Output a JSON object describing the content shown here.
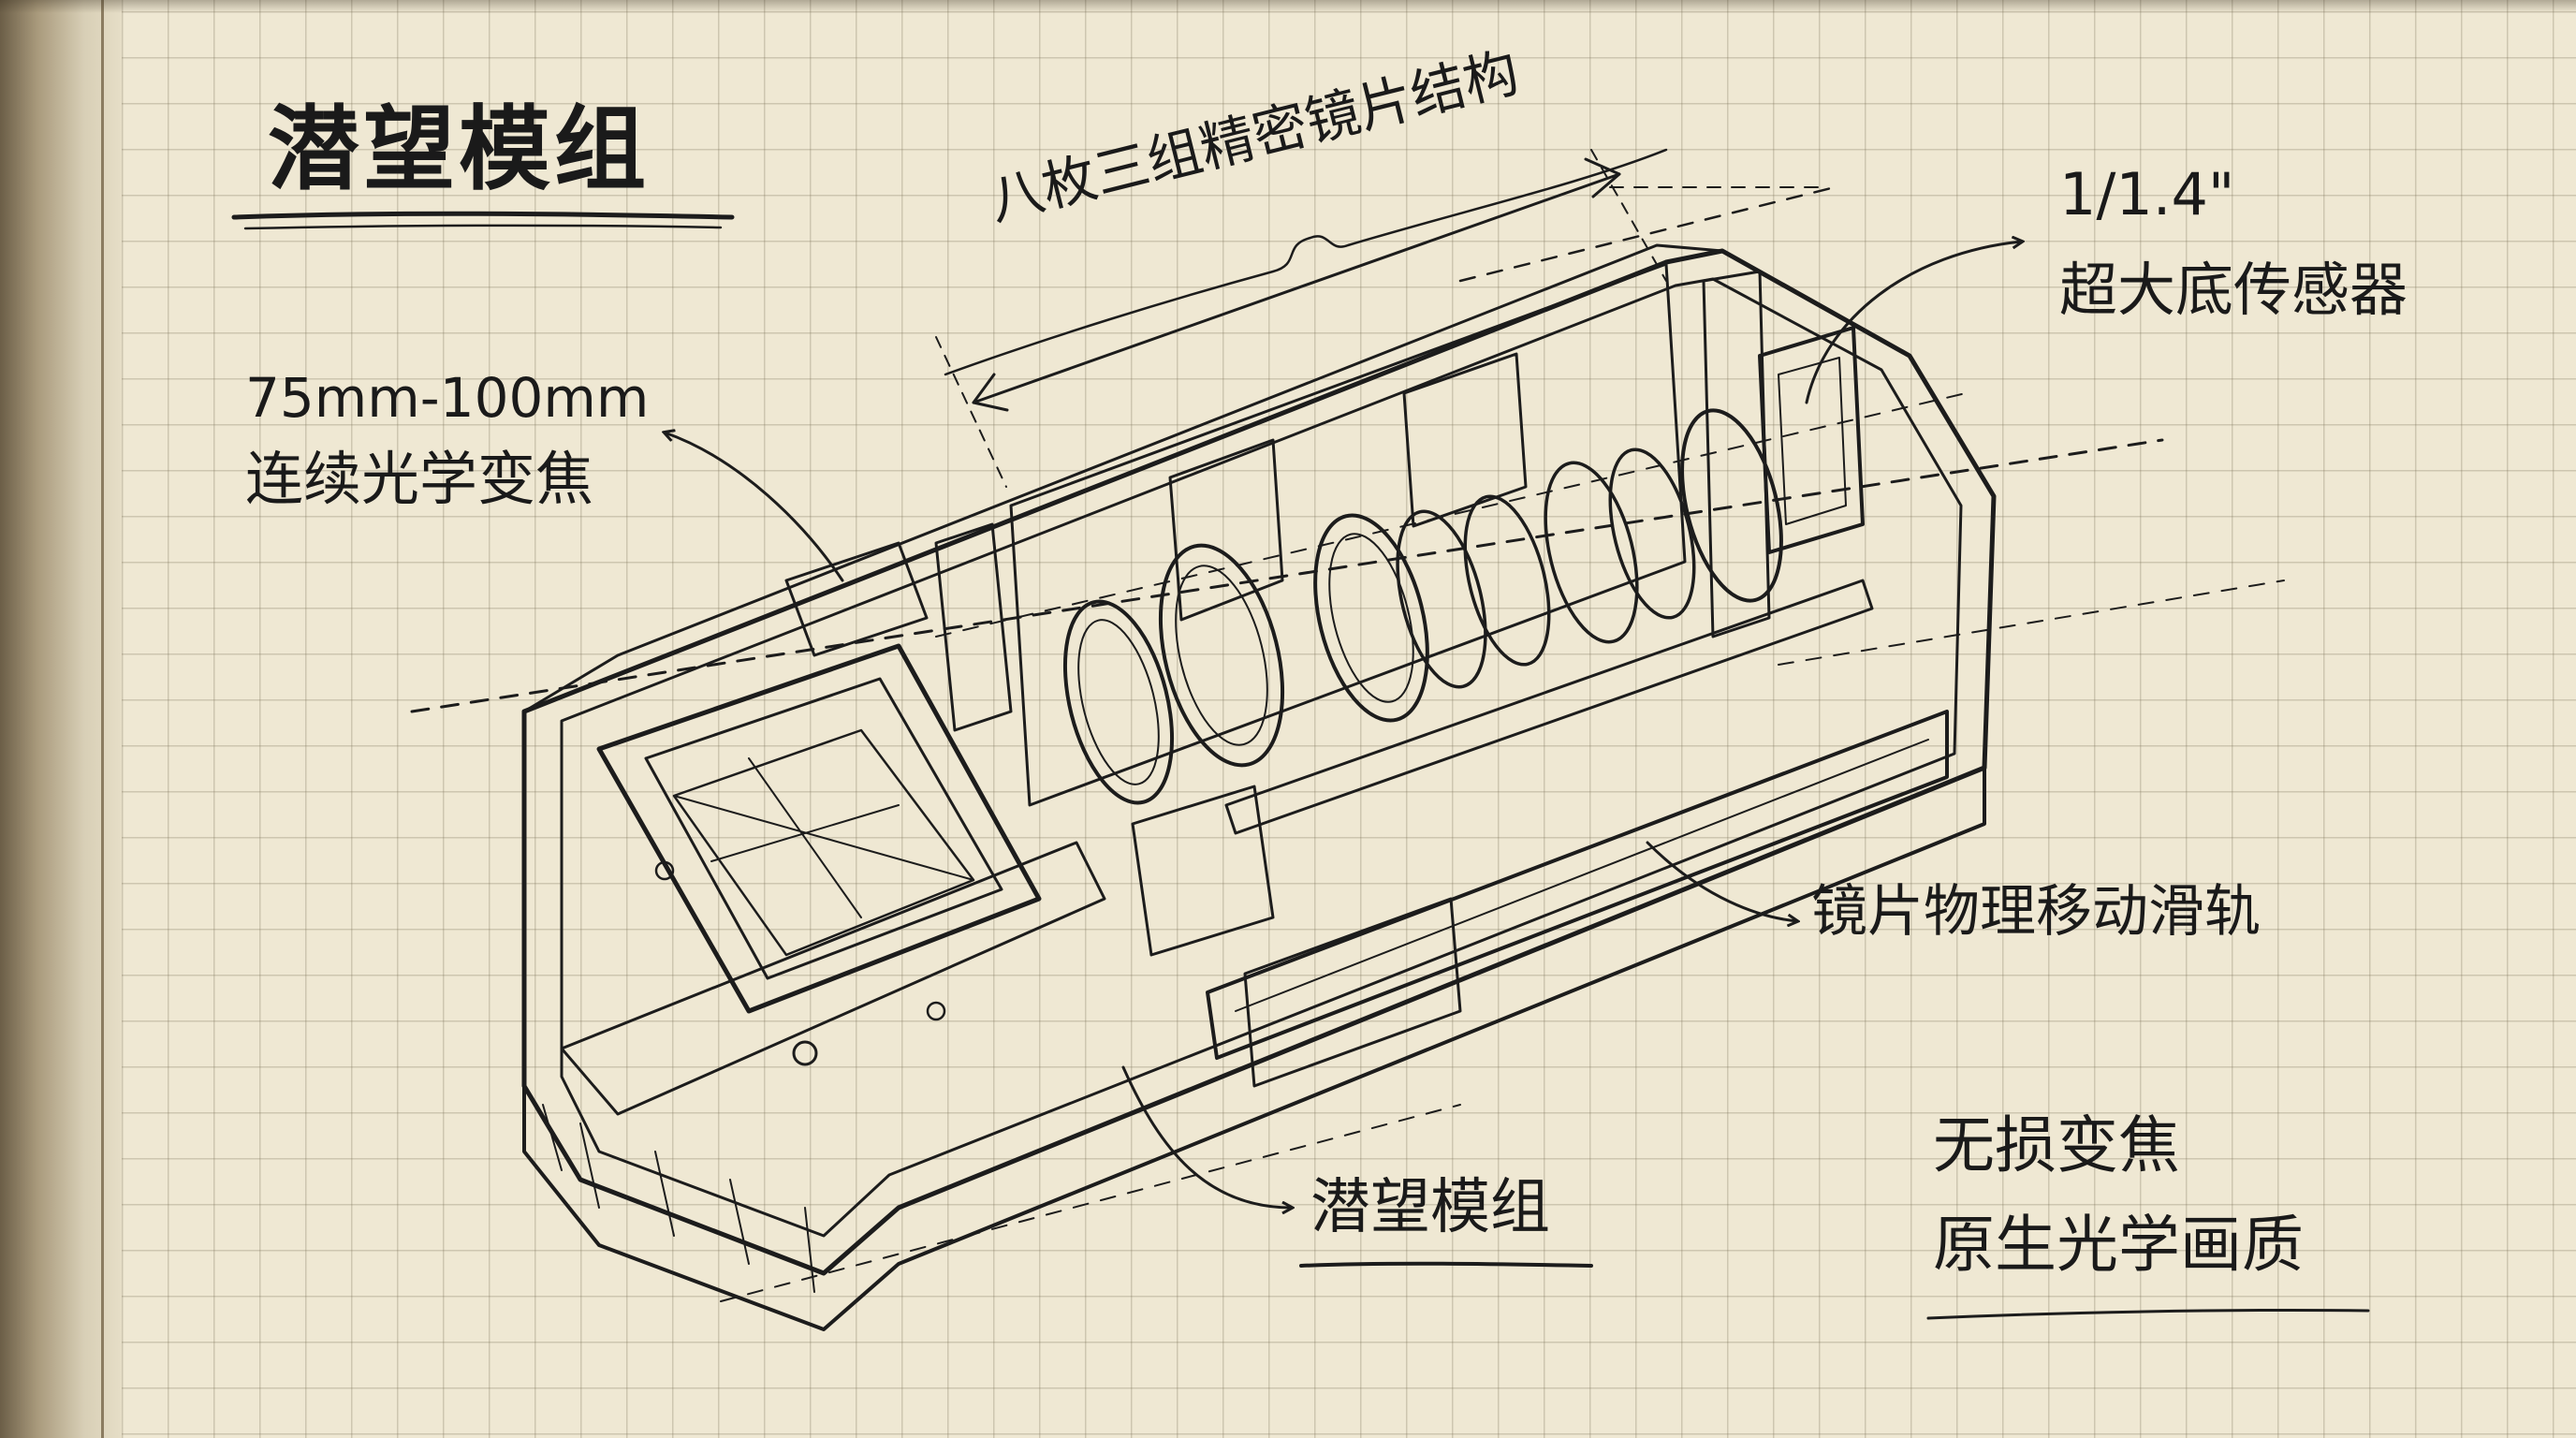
{
  "labels": {
    "title": "潜望模组",
    "lens_structure": "八枚三组精密镜片结构",
    "zoom_range": "75mm-100mm",
    "zoom_desc": "连续光学变焦",
    "sensor_size": "1/1.4\"",
    "sensor_desc": "超大底传感器",
    "rail": "镜片物理移动滑轨",
    "module": "潜望模组",
    "lossless_zoom": "无损变焦",
    "native_quality": "原生光学画质"
  },
  "colors": {
    "ink": "#1c1c1c",
    "paper": "#efe8d3",
    "grid": "#8a7d5f"
  }
}
